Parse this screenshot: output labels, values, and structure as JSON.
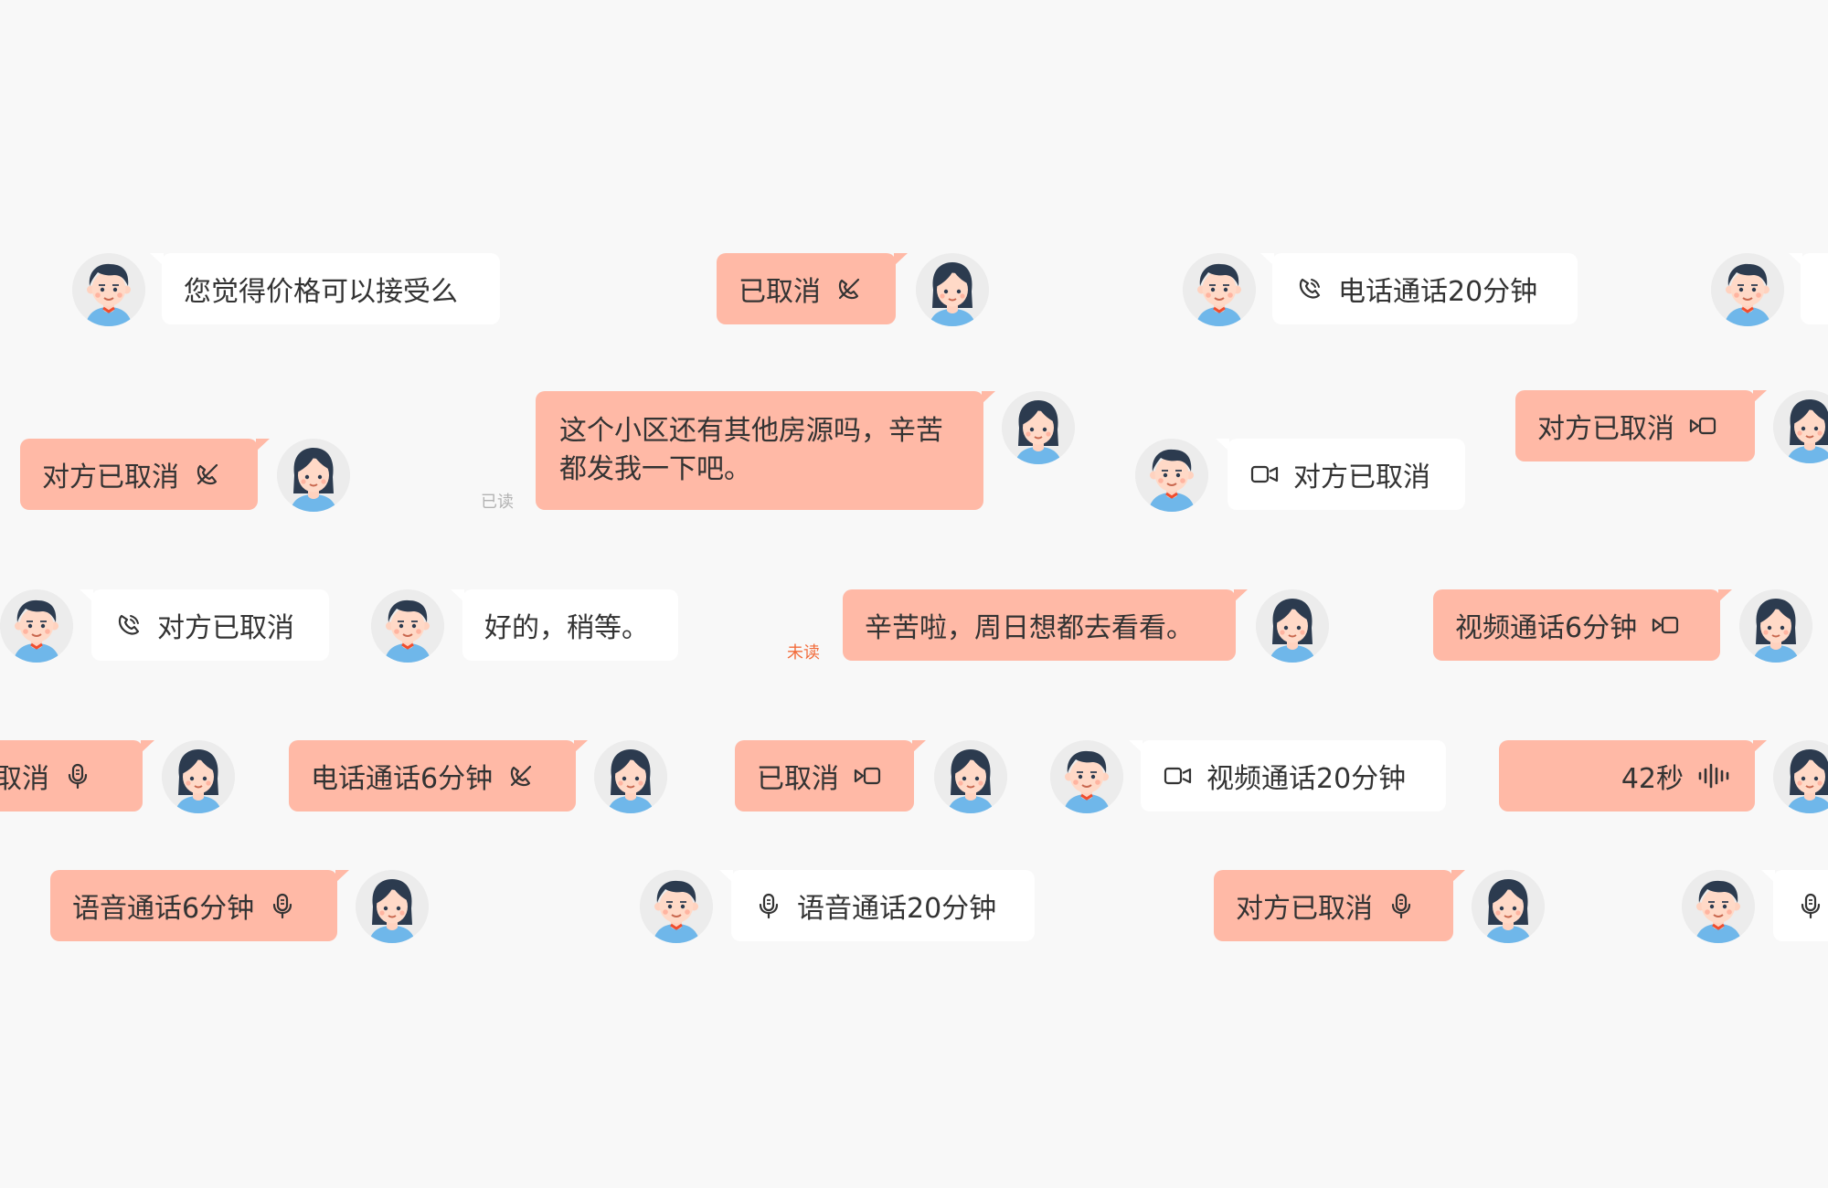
{
  "colors": {
    "background": "#f8f8f8",
    "outgoing_bubble": "#ffb9a6",
    "incoming_bubble": "#ffffff",
    "text": "#333333",
    "read_status": "#b2b2b2",
    "unread_status": "#f26b3a"
  },
  "row1": {
    "b1": "您觉得价格可以接受么",
    "b2": "已取消",
    "b3": "电话通话20分钟"
  },
  "row2": {
    "b1": "对方已取消",
    "b2": "这个小区还有其他房源吗，辛苦都发我一下吧。",
    "b2_status": "已读",
    "b3": "对方已取消",
    "b4": "对方已取消"
  },
  "row3": {
    "b1": "对方已取消",
    "b2": "好的，稍等。",
    "b3": "辛苦啦，周日想都去看看。",
    "b3_status": "未读",
    "b4": "视频通话6分钟"
  },
  "row4": {
    "b1": "已取消",
    "b2": "电话通话6分钟",
    "b3": "已取消",
    "b4": "视频通话20分钟",
    "b5": "42秒"
  },
  "row5": {
    "b1": "语音通话6分钟",
    "b2": "语音通话20分钟",
    "b3": "对方已取消"
  }
}
